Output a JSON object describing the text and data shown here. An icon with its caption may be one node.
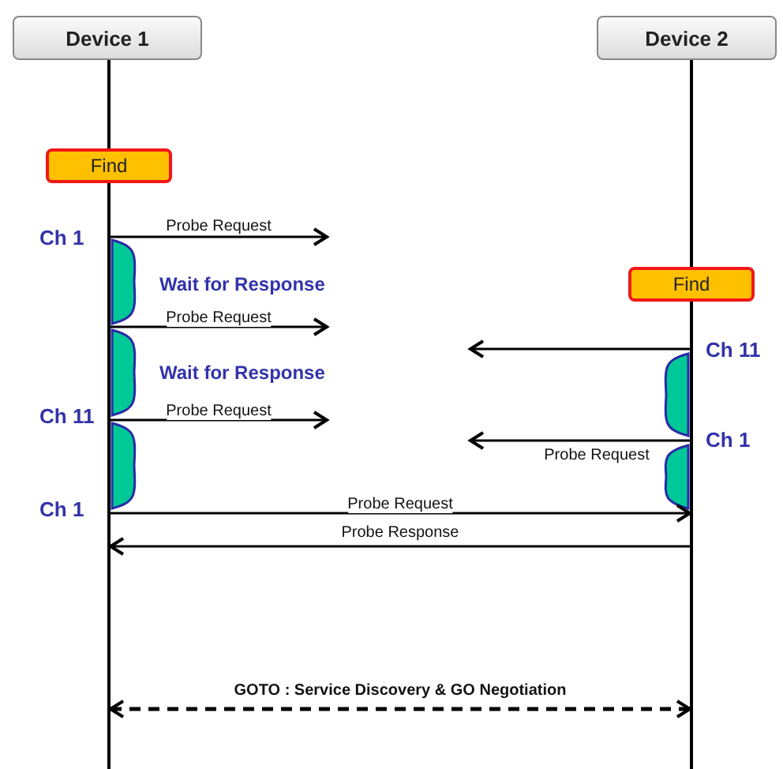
{
  "diagram": {
    "nodes": [
      {
        "text": [
          "Device 1"
        ]
      },
      {
        "text": [
          "Device 2"
        ]
      },
      {
        "text": [],
        "shape": "line"
      },
      {
        "text": [],
        "shape": "line"
      },
      {
        "text": [
          "Find"
        ]
      },
      {
        "text": [
          "Find"
        ]
      }
    ],
    "edges": [
      {
        "from": 2,
        "to": null,
        "arrow": "to",
        "label": "Probe Request"
      },
      {
        "from": 2,
        "to": null,
        "arrow": "to",
        "label": "Probe Request"
      },
      {
        "from": 3,
        "to": null,
        "arrow": "to"
      },
      {
        "from": 2,
        "to": null,
        "arrow": "to",
        "label": "Probe Request"
      },
      {
        "from": 3,
        "to": null,
        "arrow": "to",
        "label": "Probe Request"
      },
      {
        "from": 2,
        "to": 3,
        "arrow": "to",
        "label": "Probe Request"
      },
      {
        "from": 3,
        "to": 2,
        "arrow": "to",
        "label": "Probe Response"
      },
      {
        "from": 2,
        "to": 3,
        "arrow": "both",
        "label": "GOTO : Service Discovery & GO Negotiation",
        "style": "dashed"
      },
      {
        "from": 0,
        "to": 4,
        "arrow": "none"
      },
      {
        "from": 1,
        "to": 5,
        "arrow": "none"
      }
    ],
    "labels": [
      "Ch 1",
      "Wait for Response",
      "Ch 11",
      "Wait for Response",
      "Ch 11",
      "Ch 1",
      "Ch 1"
    ]
  }
}
